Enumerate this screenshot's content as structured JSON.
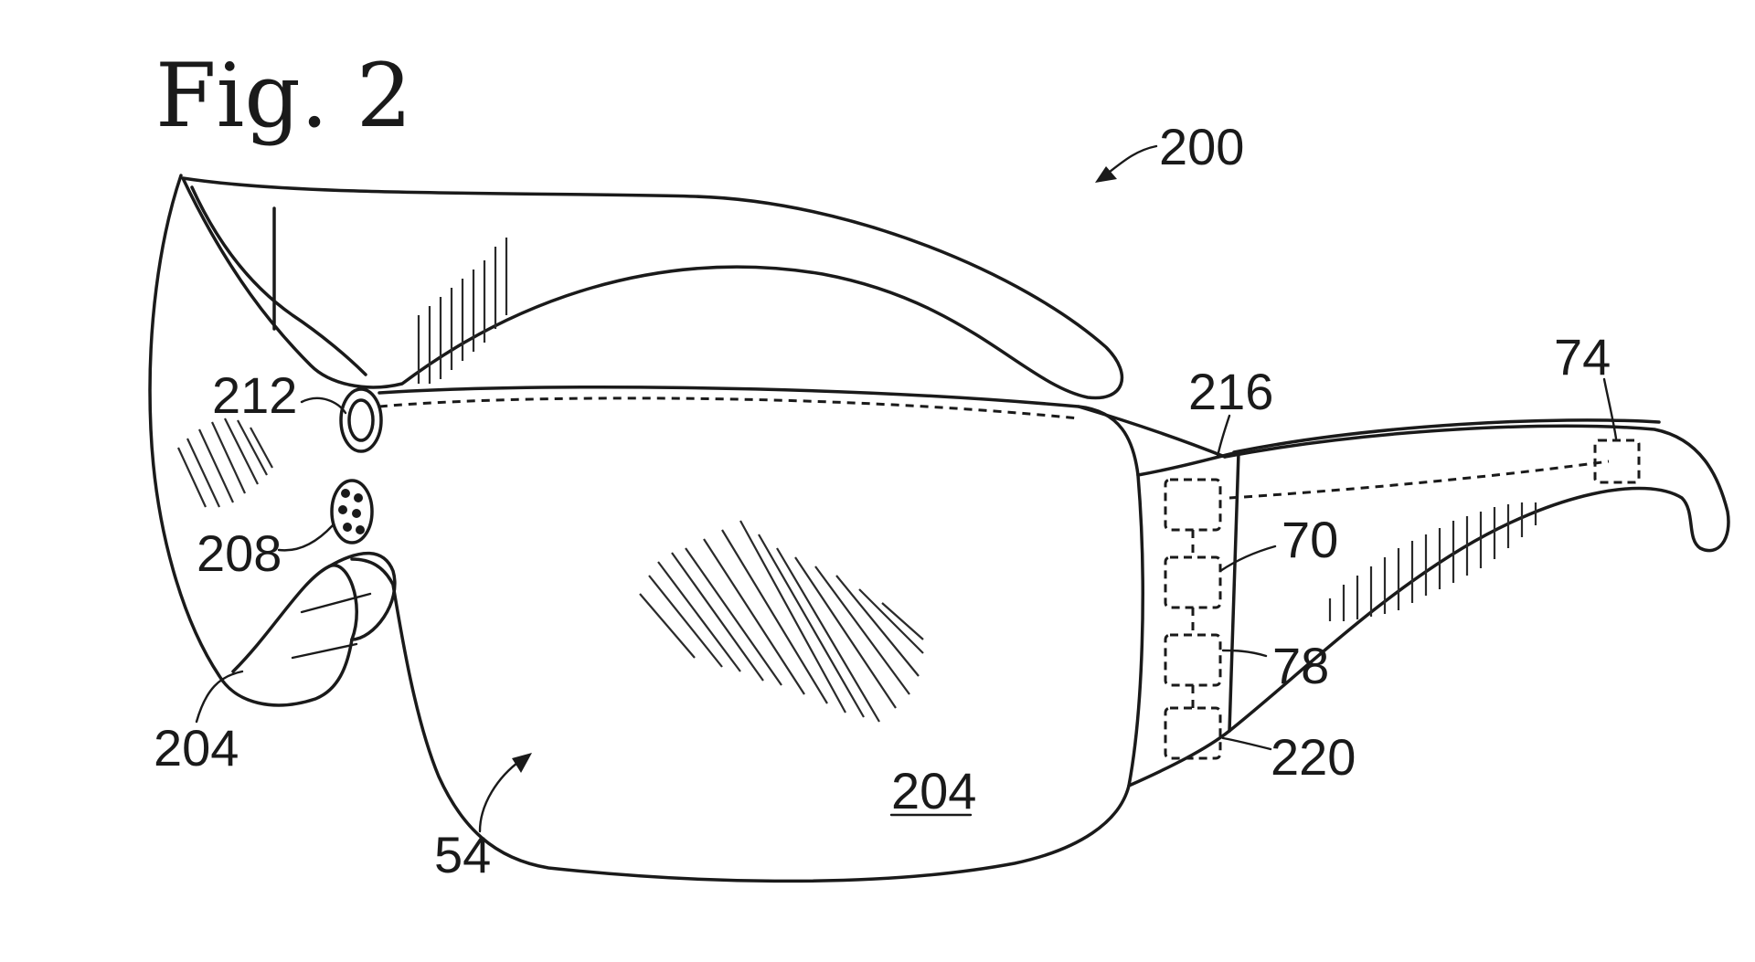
{
  "figure": {
    "title": "Fig. 2",
    "labels": {
      "device": "200",
      "camera": "212",
      "microphone": "208",
      "side_lens": "204",
      "lens_center": "204",
      "hinge_area": "216",
      "temple_sensor": "74",
      "module_70": "70",
      "module_78": "78",
      "module_220": "220",
      "display": "54"
    }
  }
}
